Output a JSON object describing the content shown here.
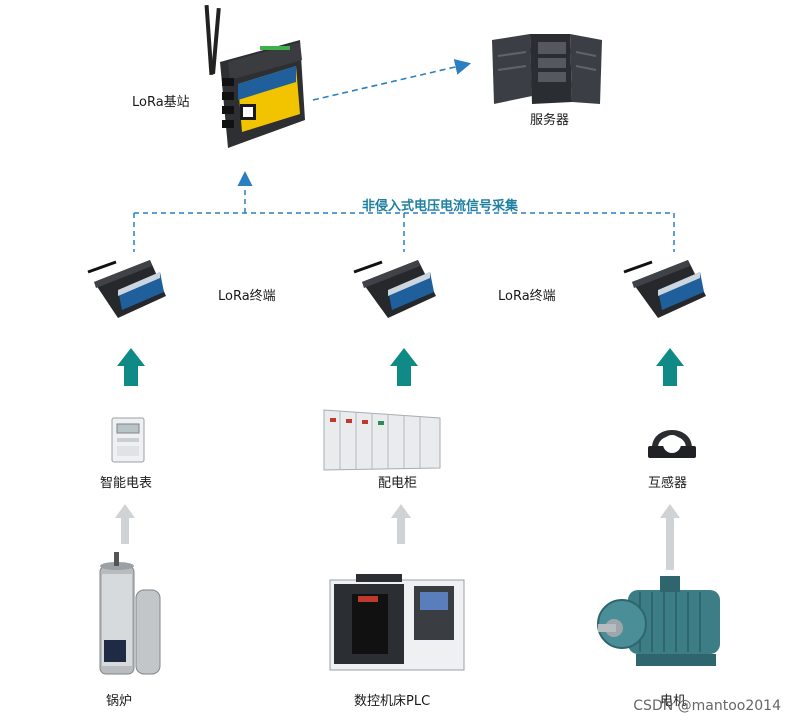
{
  "labels": {
    "base_station": "LoRa基站",
    "server": "服务器",
    "collection": "非侵入式电压电流信号采集",
    "terminal_a": "LoRa终端",
    "terminal_b": "LoRa终端",
    "meter": "智能电表",
    "cabinet": "配电柜",
    "transformer": "互感器",
    "boiler": "锅炉",
    "cnc": "数控机床PLC",
    "motor": "电机"
  },
  "watermark": "CSDN @mantoo2014",
  "colors": {
    "dashed_line": "#2a7fc0",
    "teal_arrow": "#0f8a86",
    "gray_arrow": "#cfd3d6",
    "gateway_yellow": "#f2c400",
    "gateway_blue": "#1e5f9c"
  }
}
